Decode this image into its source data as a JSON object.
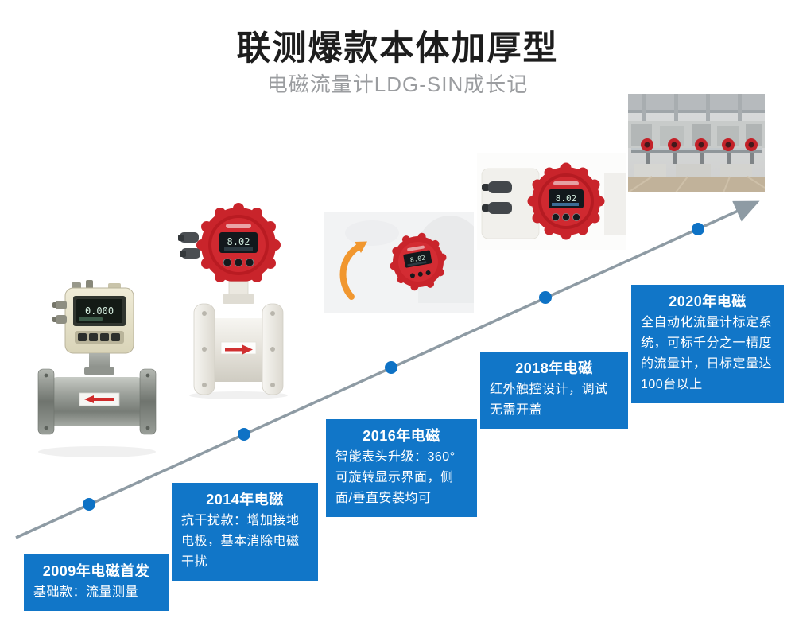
{
  "page": {
    "title": "联测爆款本体加厚型",
    "subtitle": "电磁流量计LDG-SIN成长记"
  },
  "milestones": [
    {
      "year": "2009年电磁首发",
      "desc": "基础款：流量测量"
    },
    {
      "year": "2014年电磁",
      "desc": "抗干扰款：增加接地电极，基本消除电磁干扰"
    },
    {
      "year": "2016年电磁",
      "desc": "智能表头升级：360°可旋转显示界面，侧面/垂直安装均可"
    },
    {
      "year": "2018年电磁",
      "desc": "红外触控设计，调试无需开盖"
    },
    {
      "year": "2020年电磁",
      "desc": "全自动化流量计标定系统，可标千分之一精度的流量计，日标定量达100台以上"
    }
  ],
  "devices": {
    "meter_2009_reading": "0.000",
    "meter_2014_reading": "8.02",
    "meter_2016_reading": "8.02",
    "meter_2018_reading": "8.02"
  },
  "colors": {
    "milestone_blue": "#1176c8",
    "timeline_gray": "#8e9ba4",
    "device_red": "#c9242b",
    "accent_orange": "#f1972f",
    "title_black": "#1d1d1d",
    "subtitle_gray": "#9b9da0"
  }
}
